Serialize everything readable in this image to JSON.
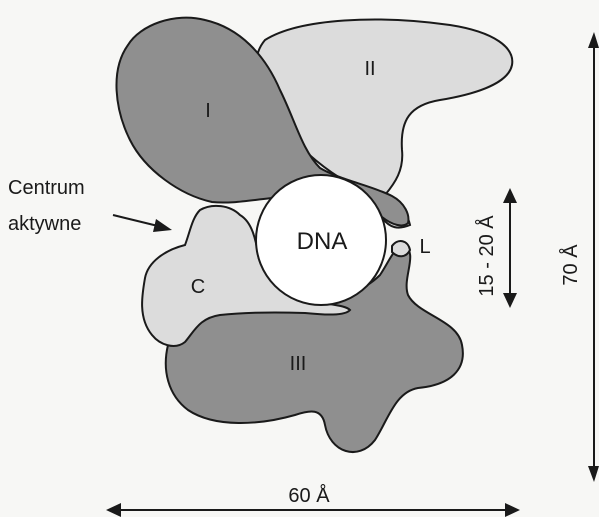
{
  "labels": {
    "domain_I": "I",
    "domain_II": "II",
    "domain_III": "III",
    "domain_C": "C",
    "domain_L": "L",
    "dna": "DNA",
    "active_site_line1": "Centrum",
    "active_site_line2": "aktywne",
    "groove_width": "15 - 20 Å",
    "height": "70 Å",
    "width": "60 Å"
  },
  "colors": {
    "dark_domain": "#8f8f8f",
    "light_domain": "#dcdcdc",
    "outline": "#1a1a1a",
    "background": "#f7f7f5"
  }
}
